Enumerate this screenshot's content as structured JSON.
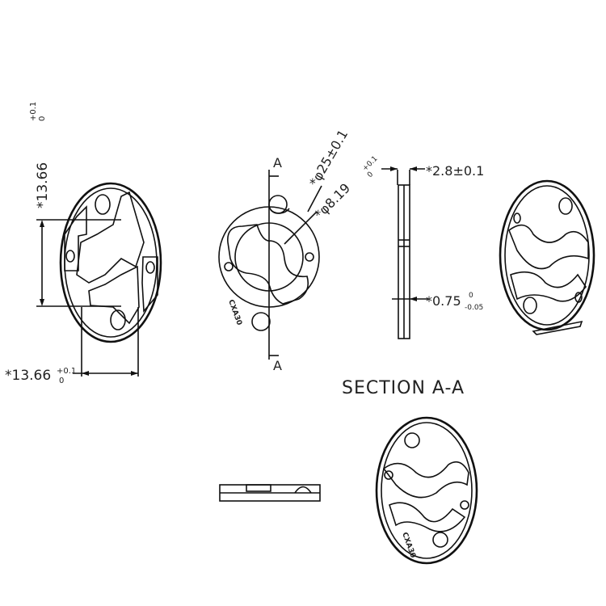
{
  "dimensions": {
    "height_main": "*13.66",
    "height_tol": "+0.1",
    "height_tol_low": "0",
    "width_main": "*13.66",
    "width_tol": "+0.1",
    "width_tol_low": "0",
    "outer_diameter": "*φ25±0.1",
    "hole_main": "*φ8.19",
    "hole_tol": "+0.1",
    "hole_tol_low": "0",
    "thickness": "*2.8±0.1",
    "step_main": "*0.75",
    "step_tol": "0",
    "step_tol_low": "-0.05"
  },
  "section": {
    "marker_top": "A",
    "marker_bottom": "A",
    "title": "SECTION A-A"
  },
  "engraving": "CXA30"
}
